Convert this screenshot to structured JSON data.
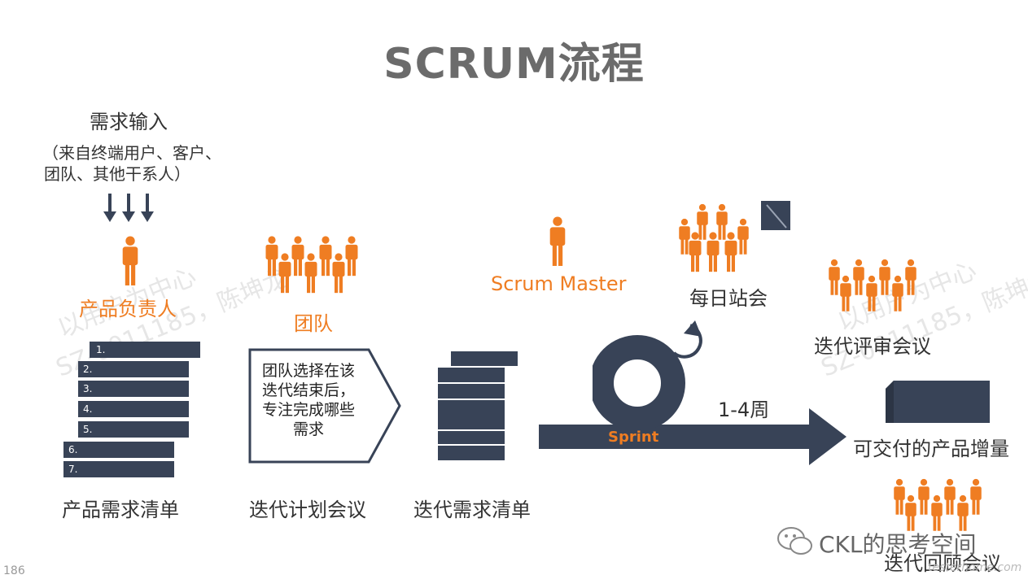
{
  "title": "SCRUM流程",
  "requirements": {
    "title": "需求输入",
    "source_line1": "（来自终端用户、客户、",
    "source_line2": "团队、其他干系人）"
  },
  "roles": {
    "product_owner": "产品负责人",
    "team": "团队",
    "scrum_master": "Scrum Master",
    "daily_standup": "每日站会",
    "sprint_review": "迭代评审会议",
    "retrospective": "迭代回顾会议"
  },
  "backlog": {
    "items": [
      "1.",
      "2.",
      "3.",
      "4.",
      "5.",
      "6.",
      "7."
    ],
    "label": "产品需求清单"
  },
  "planning": {
    "text_lines": [
      "团队选择在该",
      "迭代结束后，",
      "专注完成哪些",
      "需求"
    ],
    "label": "迭代计划会议"
  },
  "sprint_backlog": {
    "label": "迭代需求清单"
  },
  "sprint": {
    "label": "Sprint",
    "duration": "1-4周"
  },
  "increment": {
    "label": "可交付的产品增量"
  },
  "watermark": {
    "line1": "以用户为中心",
    "line2": "SZ-0011185，陈坤龙"
  },
  "footer": {
    "page_number": "186",
    "brand": "CKL的思考空间",
    "site": "testerhome.com"
  },
  "colors": {
    "orange": "#ef7d22",
    "navy": "#384357",
    "gray_title": "#6b6b6b"
  }
}
